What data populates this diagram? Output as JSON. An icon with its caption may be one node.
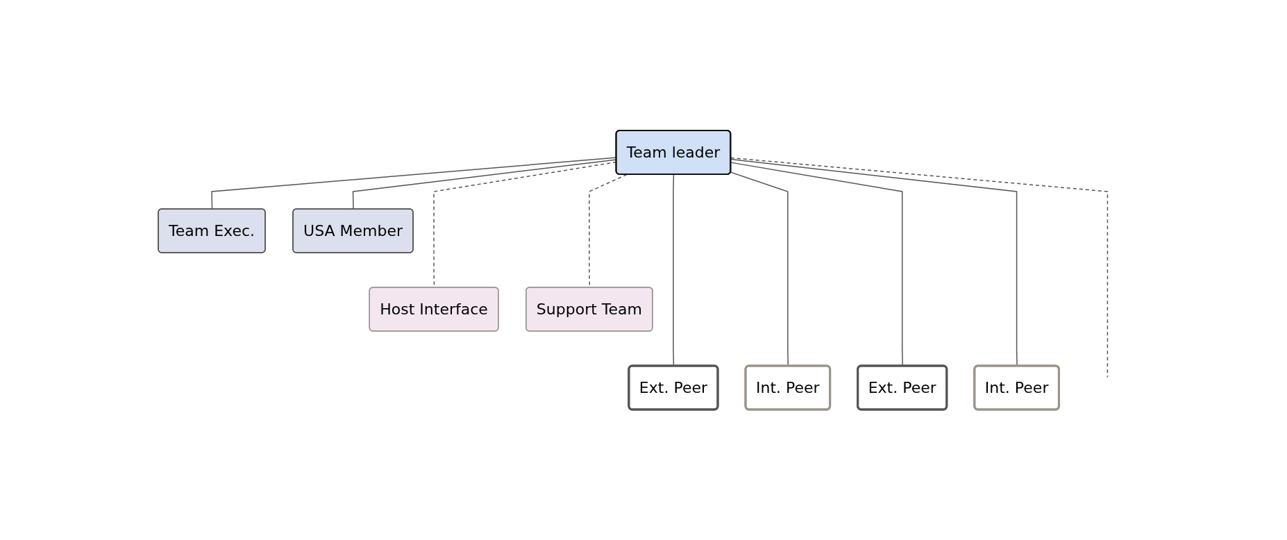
{
  "diagram": {
    "nodes": [
      {
        "text": [
          "Team leader"
        ]
      },
      {
        "text": [
          "Team Exec."
        ]
      },
      {
        "text": [
          "USA Member"
        ]
      },
      {
        "text": [
          "Host Interface"
        ]
      },
      {
        "text": [
          "Support Team"
        ]
      },
      {
        "text": [
          "Ext. Peer"
        ]
      },
      {
        "text": [
          "Int. Peer"
        ]
      },
      {
        "text": [
          "Ext. Peer"
        ]
      },
      {
        "text": [
          "Int. Peer"
        ]
      }
    ],
    "edges": [
      {
        "from": 0,
        "to": 1,
        "arrow": "none"
      },
      {
        "from": 0,
        "to": 2,
        "arrow": "none"
      },
      {
        "from": 0,
        "to": 3,
        "arrow": "none",
        "style": "dashed"
      },
      {
        "from": 0,
        "to": 4,
        "arrow": "none",
        "style": "dashed"
      },
      {
        "from": 0,
        "to": 5,
        "arrow": "none"
      },
      {
        "from": 0,
        "to": 6,
        "arrow": "none"
      },
      {
        "from": 0,
        "to": 7,
        "arrow": "none"
      },
      {
        "from": 0,
        "to": 8,
        "arrow": "none"
      },
      {
        "from": 0,
        "to": null,
        "arrow": "none",
        "style": "dashed"
      }
    ]
  }
}
